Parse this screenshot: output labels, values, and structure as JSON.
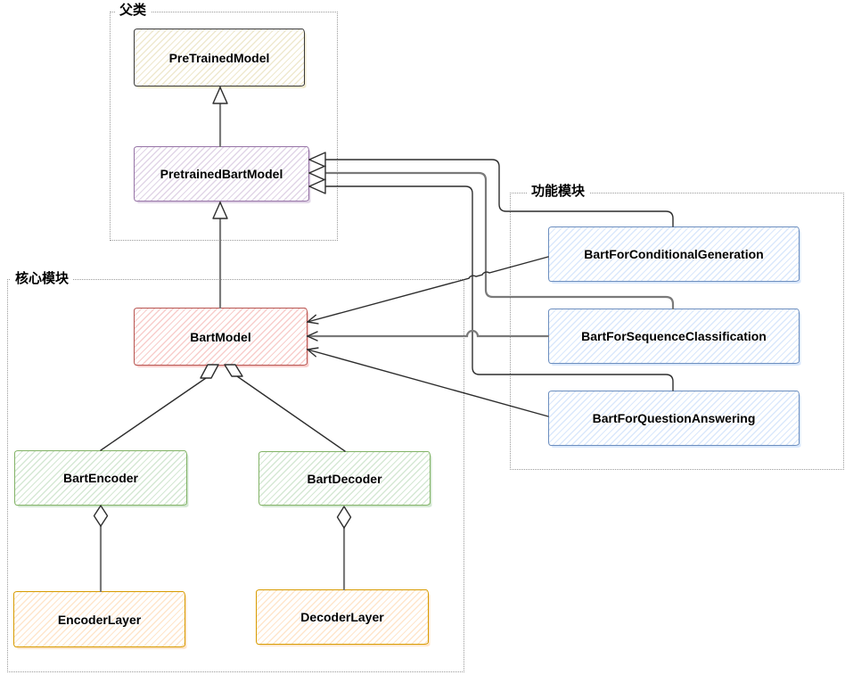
{
  "groups": [
    {
      "id": "parent",
      "label": "父类"
    },
    {
      "id": "core",
      "label": "核心模块"
    },
    {
      "id": "functional",
      "label": "功能模块"
    }
  ],
  "nodes": [
    {
      "id": "pretrainedmodel",
      "label": "PreTrainedModel",
      "group": "parent",
      "border": "#3a3a3a",
      "hatch": "#efe9cf"
    },
    {
      "id": "pretrainedbartmodel",
      "label": "PretrainedBartModel",
      "group": "parent",
      "border": "#9673a6",
      "hatch": "#e1d5e7"
    },
    {
      "id": "bartmodel",
      "label": "BartModel",
      "group": "core",
      "border": "#b85450",
      "hatch": "#f8cecc"
    },
    {
      "id": "bartencoder",
      "label": "BartEncoder",
      "group": "core",
      "border": "#82b366",
      "hatch": "#d5e8d4"
    },
    {
      "id": "bartdecoder",
      "label": "BartDecoder",
      "group": "core",
      "border": "#82b366",
      "hatch": "#d5e8d4"
    },
    {
      "id": "encoderlayer",
      "label": "EncoderLayer",
      "group": "core",
      "border": "#d79b00",
      "hatch": "#ffe6cc"
    },
    {
      "id": "decoderlayer",
      "label": "DecoderLayer",
      "group": "core",
      "border": "#d79b00",
      "hatch": "#ffe6cc"
    },
    {
      "id": "bartforconditionalgeneration",
      "label": "BartForConditionalGeneration",
      "group": "functional",
      "border": "#6c8ebf",
      "hatch": "#dae8fc"
    },
    {
      "id": "bartforsequenceclassification",
      "label": "BartForSequenceClassification",
      "group": "functional",
      "border": "#6c8ebf",
      "hatch": "#dae8fc"
    },
    {
      "id": "bartforquestionanswering",
      "label": "BartForQuestionAnswering",
      "group": "functional",
      "border": "#6c8ebf",
      "hatch": "#dae8fc"
    }
  ],
  "edges": [
    {
      "from": "pretrainedbartmodel",
      "to": "pretrainedmodel",
      "type": "generalization"
    },
    {
      "from": "bartmodel",
      "to": "pretrainedbartmodel",
      "type": "generalization"
    },
    {
      "from": "bartencoder",
      "to": "bartmodel",
      "type": "generalization"
    },
    {
      "from": "bartdecoder",
      "to": "bartmodel",
      "type": "generalization"
    },
    {
      "from": "encoderlayer",
      "to": "bartencoder",
      "type": "aggregation"
    },
    {
      "from": "decoderlayer",
      "to": "bartdecoder",
      "type": "aggregation"
    },
    {
      "from": "bartforconditionalgeneration",
      "to": "pretrainedbartmodel",
      "type": "generalization"
    },
    {
      "from": "bartforsequenceclassification",
      "to": "pretrainedbartmodel",
      "type": "generalization"
    },
    {
      "from": "bartforquestionanswering",
      "to": "pretrainedbartmodel",
      "type": "generalization"
    },
    {
      "from": "bartforconditionalgeneration",
      "to": "bartmodel",
      "type": "association"
    },
    {
      "from": "bartforsequenceclassification",
      "to": "bartmodel",
      "type": "association"
    },
    {
      "from": "bartforquestionanswering",
      "to": "bartmodel",
      "type": "association"
    }
  ],
  "theme": {
    "background": "#ffffff",
    "group_border": "#9a9a9a",
    "edge_primary": "#2d2d2d",
    "edge_secondary": "#7a7a7a",
    "label_color": "#000000"
  }
}
